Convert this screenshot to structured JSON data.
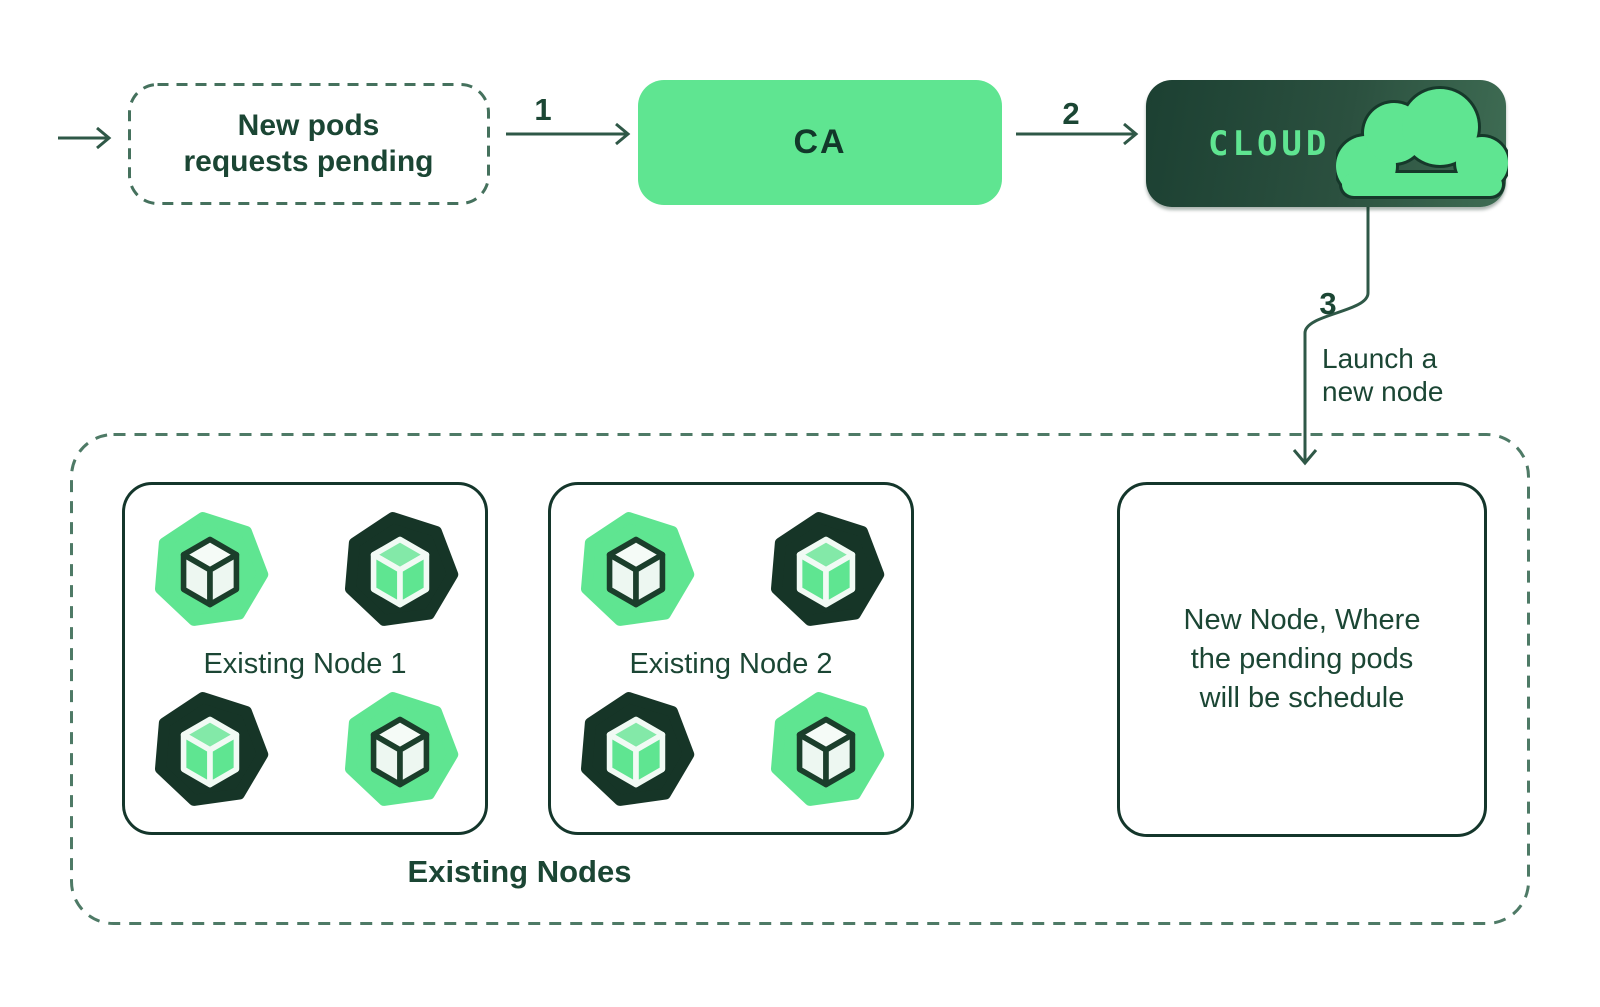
{
  "palette": {
    "bg": "#ffffff",
    "light_green": "#5FE591",
    "pod_dark": "#163527",
    "ink": "#1B4634",
    "deep_ink": "#12382A",
    "line_color": "#2F5847",
    "dash_color": "#4E7A66",
    "dash_dark": "#45715D",
    "near_white": "#F1FAF4",
    "cube_ink": "#1B3E2B",
    "cube_light_top": "#F5FBF7",
    "cube_light_side": "#EDF7F1",
    "cube_dark_top": "#83E9A8",
    "border_green": "#14362B",
    "cloud_grad_a": "#1C4032",
    "cloud_grad_b": "#2B503F",
    "cloud_grad_c": "#3F6D54",
    "cloud_outline": "#16382A"
  },
  "flow": {
    "pending": {
      "line1": "New pods",
      "line2": "requests pending"
    },
    "step1": "1",
    "ca_label": "CA",
    "step2": "2",
    "cloud_label": "CLOUD",
    "step3": "3",
    "launch": {
      "line1": "Launch a",
      "line2": "new node"
    }
  },
  "cluster": {
    "group_label": "Existing Nodes",
    "nodes": [
      {
        "label": "Existing Node 1",
        "pods": [
          "light",
          "dark",
          "dark",
          "light"
        ]
      },
      {
        "label": "Existing Node 2",
        "pods": [
          "light",
          "dark",
          "dark",
          "light"
        ]
      }
    ],
    "new_node": {
      "line1": "New Node, Where",
      "line2": "the pending pods",
      "line3": "will be schedule"
    }
  },
  "icons": {
    "cloud": "cloud-icon",
    "pod_light": "pod-heptagon-cube-light",
    "pod_dark": "pod-heptagon-cube-dark"
  }
}
